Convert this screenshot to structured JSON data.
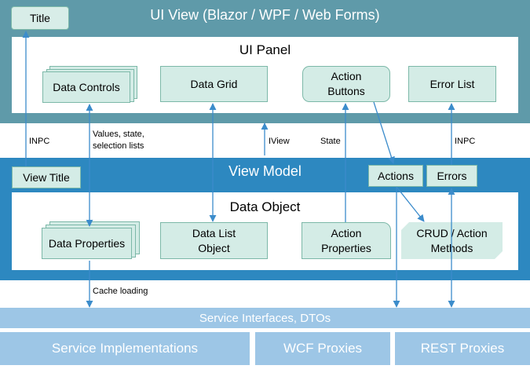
{
  "ui_view": {
    "title": "UI View (Blazor / WPF / Web Forms)",
    "title_box": "Title",
    "panel_title": "UI Panel",
    "data_controls": "Data Controls",
    "data_grid": "Data Grid",
    "action_buttons": [
      "Action",
      "Buttons"
    ],
    "error_list": "Error List"
  },
  "labels": {
    "inpc_left": "INPC",
    "values_state": [
      "Values, state,",
      "selection lists"
    ],
    "iview": "IView",
    "state": "State",
    "inpc_right": "INPC",
    "cache_loading": "Cache loading"
  },
  "view_model": {
    "title": "View Model",
    "view_title": "View Title",
    "actions": "Actions",
    "errors": "Errors",
    "data_object_title": "Data Object",
    "data_properties": "Data Properties",
    "data_list_object": [
      "Data List",
      "Object"
    ],
    "action_properties": [
      "Action",
      "Properties"
    ],
    "crud_methods": [
      "CRUD / Action",
      "Methods"
    ]
  },
  "services": {
    "interfaces": "Service Interfaces, DTOs",
    "implementations": "Service Implementations",
    "wcf": "WCF Proxies",
    "rest": "REST Proxies"
  },
  "colors": {
    "ui_view_bg": "#5f9aa9",
    "view_model_bg": "#2d88c0",
    "box_fill": "#d4ece6",
    "box_border": "#7cb8a8",
    "service_bar": "#9dc6e6",
    "arrow": "#3c8ccb"
  }
}
